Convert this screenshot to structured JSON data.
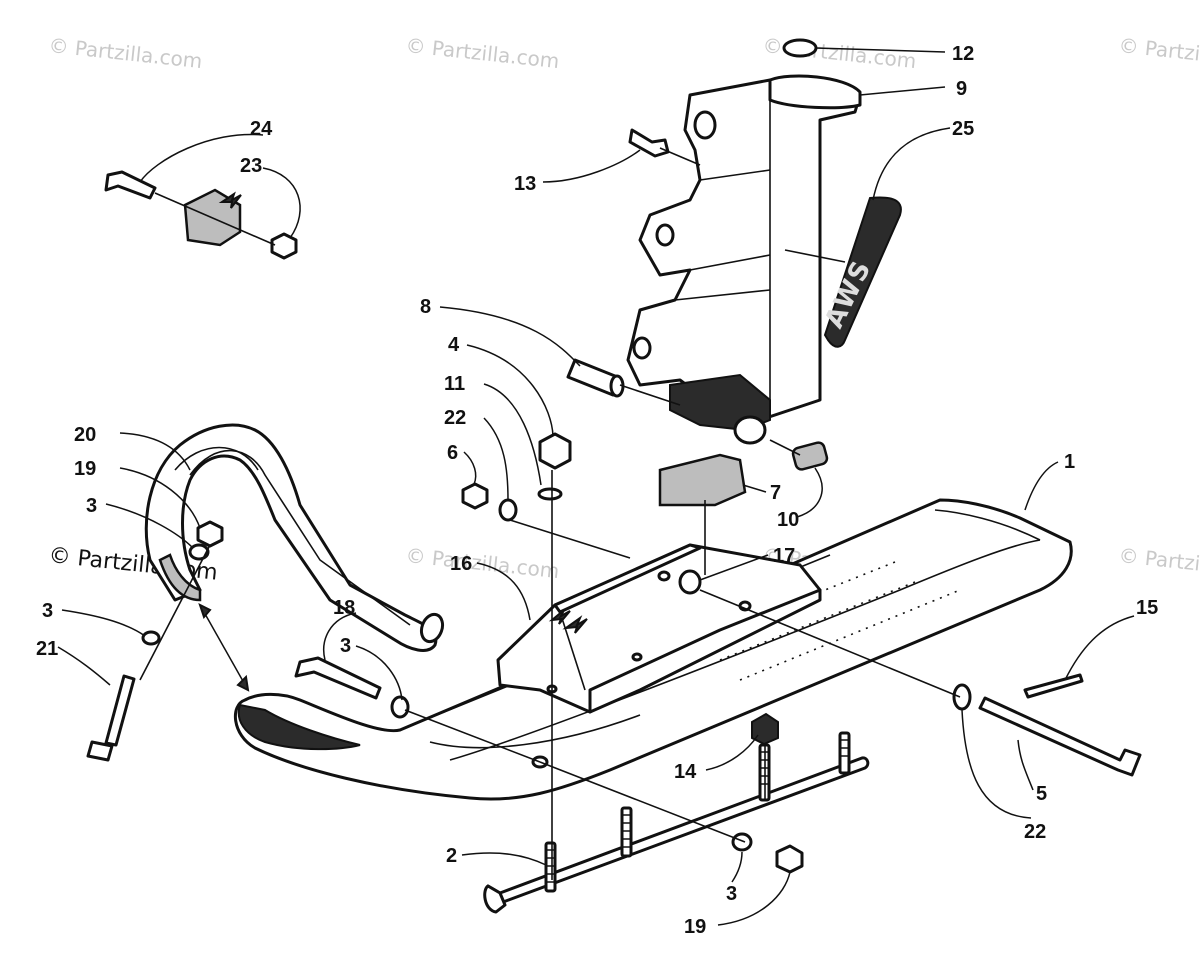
{
  "watermark": {
    "light_text": "© Partzilla.com",
    "dark_text": "© Partzilla.com"
  },
  "decal_text": "AWS",
  "callouts": [
    {
      "id": "c1",
      "label": "1"
    },
    {
      "id": "c2",
      "label": "2"
    },
    {
      "id": "c3a",
      "label": "3"
    },
    {
      "id": "c3b",
      "label": "3"
    },
    {
      "id": "c3c",
      "label": "3"
    },
    {
      "id": "c3d",
      "label": "3"
    },
    {
      "id": "c4",
      "label": "4"
    },
    {
      "id": "c5",
      "label": "5"
    },
    {
      "id": "c6",
      "label": "6"
    },
    {
      "id": "c7",
      "label": "7"
    },
    {
      "id": "c8",
      "label": "8"
    },
    {
      "id": "c9",
      "label": "9"
    },
    {
      "id": "c10",
      "label": "10"
    },
    {
      "id": "c11",
      "label": "11"
    },
    {
      "id": "c12",
      "label": "12"
    },
    {
      "id": "c13",
      "label": "13"
    },
    {
      "id": "c14",
      "label": "14"
    },
    {
      "id": "c15",
      "label": "15"
    },
    {
      "id": "c16",
      "label": "16"
    },
    {
      "id": "c17",
      "label": "17"
    },
    {
      "id": "c18",
      "label": "18"
    },
    {
      "id": "c19a",
      "label": "19"
    },
    {
      "id": "c19b",
      "label": "19"
    },
    {
      "id": "c20",
      "label": "20"
    },
    {
      "id": "c21",
      "label": "21"
    },
    {
      "id": "c22a",
      "label": "22"
    },
    {
      "id": "c22b",
      "label": "22"
    },
    {
      "id": "c23",
      "label": "23"
    },
    {
      "id": "c24",
      "label": "24"
    },
    {
      "id": "c25",
      "label": "25"
    }
  ]
}
